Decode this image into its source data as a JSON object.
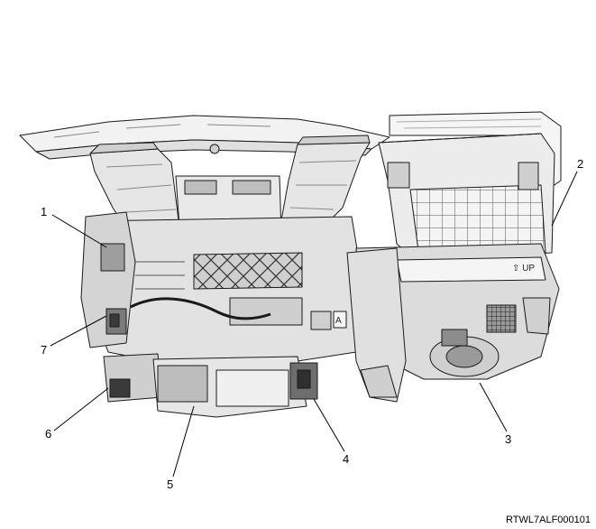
{
  "figure": {
    "code": "RTWL7ALF000101",
    "callouts": [
      {
        "id": "1",
        "label": "1"
      },
      {
        "id": "2",
        "label": "2"
      },
      {
        "id": "3",
        "label": "3"
      },
      {
        "id": "4",
        "label": "4"
      },
      {
        "id": "5",
        "label": "5"
      },
      {
        "id": "6",
        "label": "6"
      },
      {
        "id": "7",
        "label": "7"
      }
    ],
    "markings": {
      "up_arrow": "⇧ UP",
      "a_mark": "A"
    }
  },
  "colors": {
    "line": "#1a1a1a",
    "fill_light": "#f2f2f2",
    "fill_mid": "#d9d9d9",
    "fill_dark": "#8c8c8c",
    "fill_black": "#3a3a3a"
  }
}
